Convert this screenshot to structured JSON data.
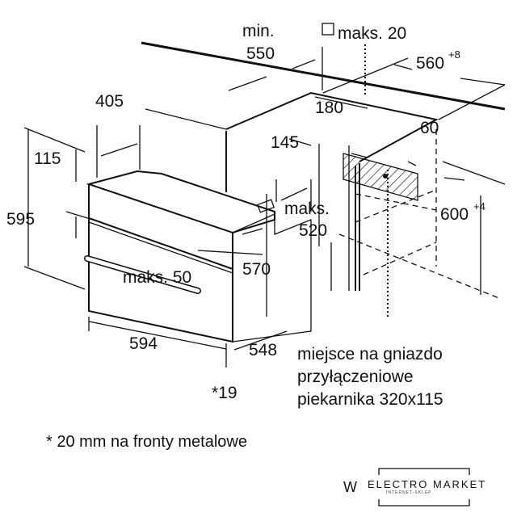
{
  "dimensions": {
    "min_label": "min.",
    "min_value": "550",
    "maks20": "maks. 20",
    "width_560": "560",
    "width_560_tol": "+8",
    "d405": "405",
    "d180": "180",
    "d145": "145",
    "d60": "60",
    "d115": "115",
    "d595": "595",
    "maks_label": "maks.",
    "d520": "520",
    "d600": "600",
    "d600_tol": "+4",
    "maks50": "maks. 50",
    "d570": "570",
    "d594": "594",
    "d548": "548",
    "d19": "*19"
  },
  "socket_note": [
    "miejsce na gniazdo",
    "przyłączeniowe",
    "piekarnika 320x115"
  ],
  "footnote": "* 20 mm na fronty metalowe",
  "logo": {
    "prefix": "W",
    "name": "ELECTRO MARKET",
    "tagline": "INTERNET-SKLEP"
  }
}
